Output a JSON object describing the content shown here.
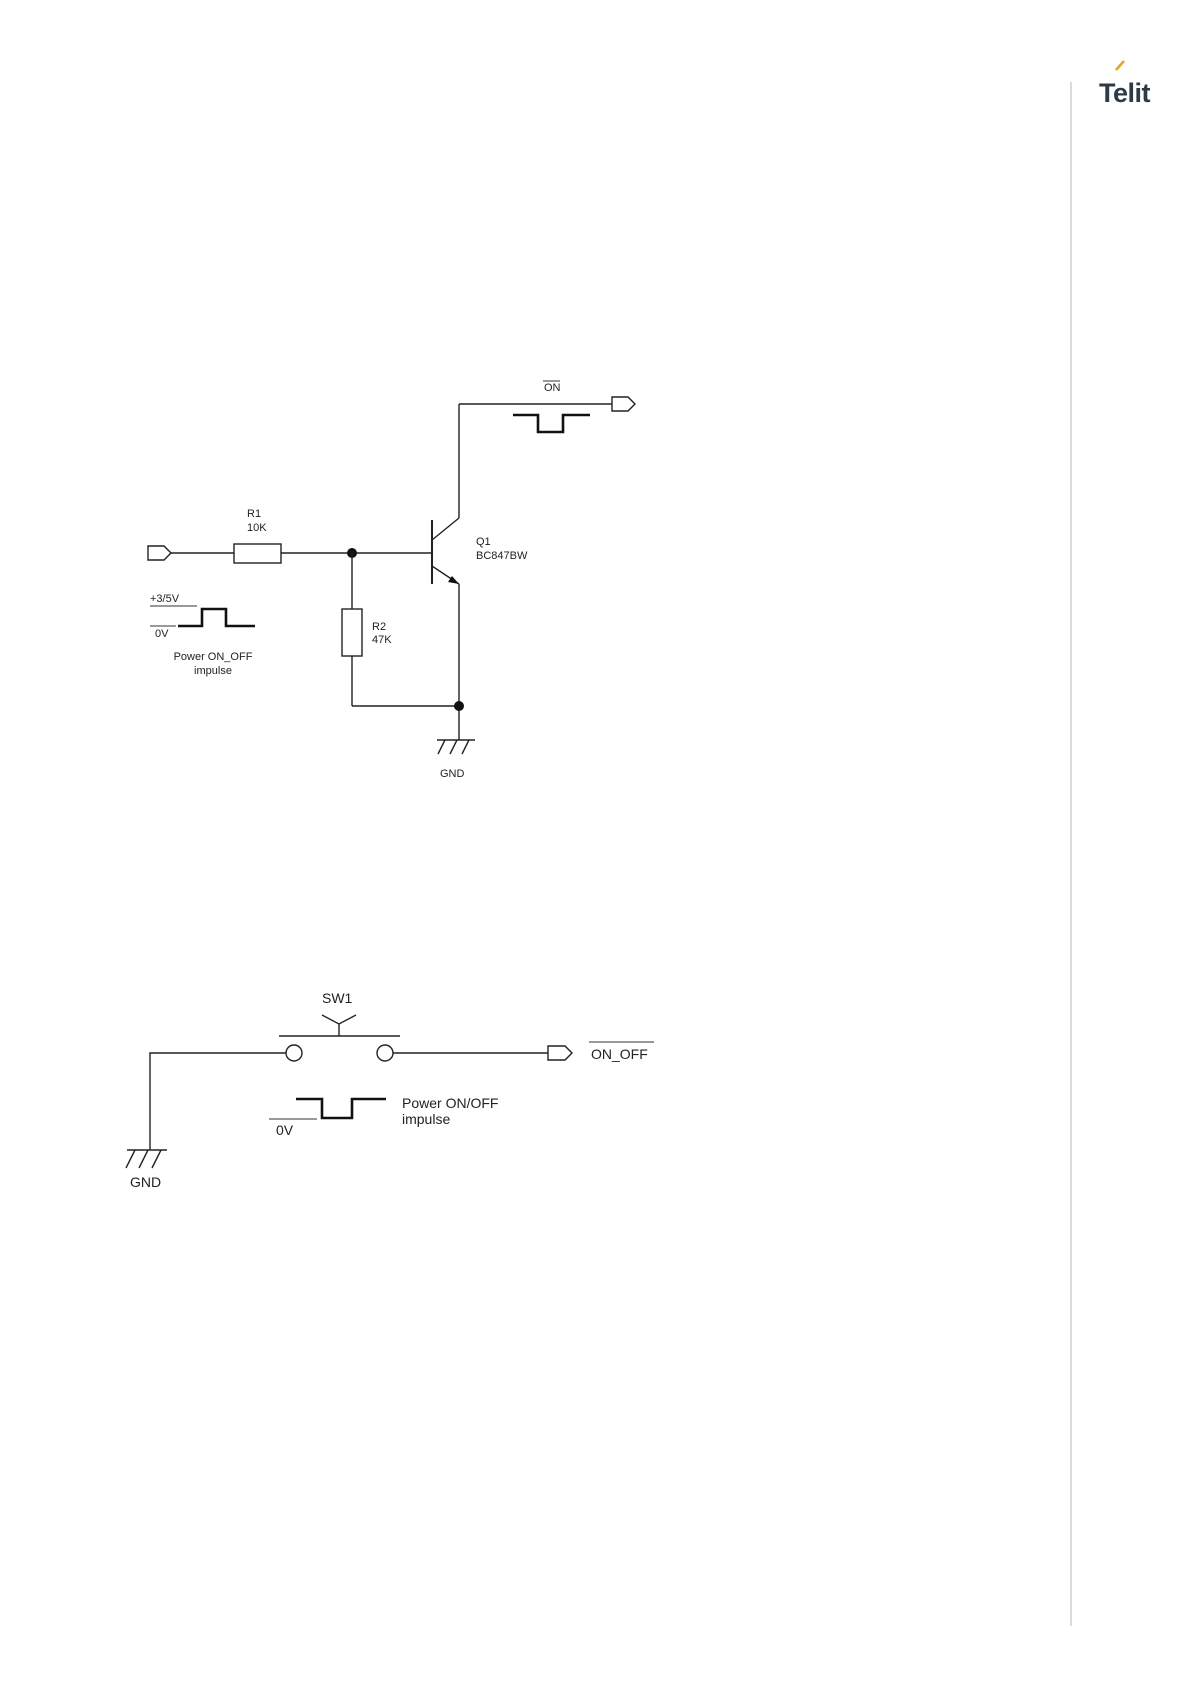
{
  "header": {
    "logo_text": "Telit",
    "accent_color": "#e3a62b",
    "rule_color": "#cfcfcf"
  },
  "circuit1": {
    "r1_name": "R1",
    "r1_value": "10K",
    "r2_name": "R2",
    "r2_value": "47K",
    "q1_name": "Q1",
    "q1_part": "BC847BW",
    "output_label": "ON",
    "input_high": "+3/5V",
    "input_low": "0V",
    "pulse_label_line1": "Power ON_OFF",
    "pulse_label_line2": "impulse",
    "gnd_label": "GND"
  },
  "circuit2": {
    "switch_label": "SW1",
    "output_label": "ON_OFF",
    "low_label": "0V",
    "pulse_label_line1": "Power ON/OFF",
    "pulse_label_line2": "impulse",
    "gnd_label": "GND"
  }
}
